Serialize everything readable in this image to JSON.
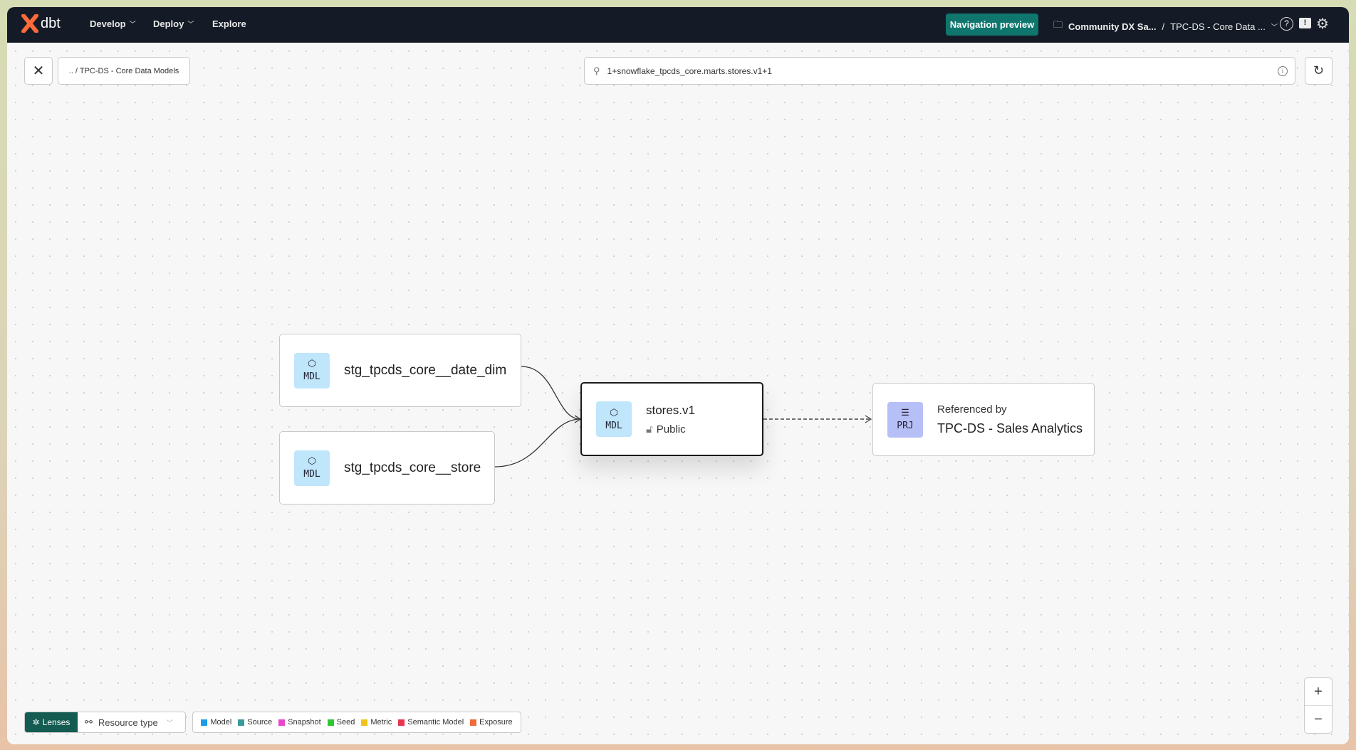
{
  "nav": {
    "logo": "dbt",
    "items": [
      {
        "label": "Develop",
        "dropdown": true
      },
      {
        "label": "Deploy",
        "dropdown": true
      },
      {
        "label": "Explore",
        "dropdown": false
      }
    ],
    "preview_button": "Navigation preview",
    "account": "Community DX Sa...",
    "separator": "/",
    "project": "TPC-DS - Core Data ...",
    "accent": "#0f766e"
  },
  "toolbar": {
    "breadcrumb": ".. / TPC-DS - Core Data Models",
    "search_value": "1+snowflake_tpcds_core.marts.stores.v1+1"
  },
  "graph": {
    "nodes": [
      {
        "id": "date_dim",
        "badge": "MDL",
        "label": "stg_tpcds_core__date_dim"
      },
      {
        "id": "store",
        "badge": "MDL",
        "label": "stg_tpcds_core__store"
      },
      {
        "id": "stores",
        "badge": "MDL",
        "label": "stores.v1",
        "access": "Public",
        "selected": true
      },
      {
        "id": "prj",
        "badge": "PRJ",
        "caption": "Referenced by",
        "label": "TPC-DS - Sales Analytics"
      }
    ],
    "edges": [
      {
        "from": "date_dim",
        "to": "stores"
      },
      {
        "from": "store",
        "to": "stores"
      },
      {
        "from": "stores",
        "to": "prj",
        "style": "dashed"
      }
    ]
  },
  "footer": {
    "lenses": "Lenses",
    "resource_type": "Resource type",
    "legend": [
      {
        "label": "Model",
        "color": "#1e9be9"
      },
      {
        "label": "Source",
        "color": "#3a9a9c"
      },
      {
        "label": "Snapshot",
        "color": "#e947c9"
      },
      {
        "label": "Seed",
        "color": "#2fc62f"
      },
      {
        "label": "Metric",
        "color": "#f0c419"
      },
      {
        "label": "Semantic Model",
        "color": "#e8364f"
      },
      {
        "label": "Exposure",
        "color": "#f06a3c"
      }
    ]
  },
  "zoom": {
    "in": "+",
    "out": "−"
  }
}
